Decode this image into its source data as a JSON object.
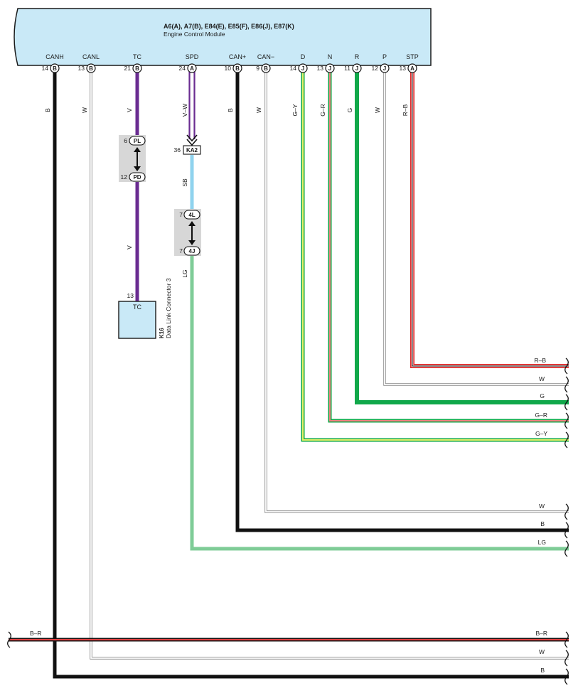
{
  "ecm": {
    "codes": "A6(A), A7(B), E84(E), E85(F), E86(J), E87(K)",
    "name": "Engine Control Module",
    "fill": "#c9e9f7",
    "pins": [
      {
        "label": "CANH",
        "num": "14",
        "conn": "B"
      },
      {
        "label": "CANL",
        "num": "13",
        "conn": "B"
      },
      {
        "label": "TC",
        "num": "21",
        "conn": "B"
      },
      {
        "label": "SPD",
        "num": "24",
        "conn": "A"
      },
      {
        "label": "CAN+",
        "num": "10",
        "conn": "B"
      },
      {
        "label": "CAN−",
        "num": "9",
        "conn": "B"
      },
      {
        "label": "D",
        "num": "14",
        "conn": "J"
      },
      {
        "label": "N",
        "num": "13",
        "conn": "J"
      },
      {
        "label": "R",
        "num": "11",
        "conn": "J"
      },
      {
        "label": "P",
        "num": "12",
        "conn": "J"
      },
      {
        "label": "STP",
        "num": "13",
        "conn": "A"
      }
    ]
  },
  "wire_colors": {
    "B": "#111111",
    "W": "#ffffff",
    "V": "#6a2c91",
    "SB": "#8fd3ee",
    "LG": "#7fcc97",
    "G": "#11a84a",
    "G-Y": "#d8e84a",
    "G-R": "#e05050",
    "R-B": "#e02828",
    "B-R": "#e04040"
  },
  "vertical_wire_labels": [
    "B",
    "W",
    "V",
    "V–W",
    "B",
    "W",
    "G–Y",
    "G–R",
    "G",
    "W",
    "R–B"
  ],
  "splice_tc": {
    "top_num": "6",
    "top_code": "PL",
    "bottom_num": "12",
    "bottom_code": "PD",
    "lower_wire_label": "V"
  },
  "splice_spd": {
    "ka2_num": "36",
    "ka2_code": "KA2",
    "sb_label": "SB",
    "top_num": "7",
    "top_code": "4L",
    "bottom_num": "7",
    "bottom_code": "4J",
    "lower_wire_label": "LG"
  },
  "dlc": {
    "pin_num": "13",
    "pin_label": "TC",
    "code": "K16",
    "name": "Data Link Connector 3"
  },
  "right_wire_labels": [
    "R–B",
    "W",
    "G",
    "G–R",
    "G–Y",
    "W",
    "B",
    "LG",
    "B–R",
    "W",
    "B"
  ],
  "bottom_left_label": "B–R"
}
